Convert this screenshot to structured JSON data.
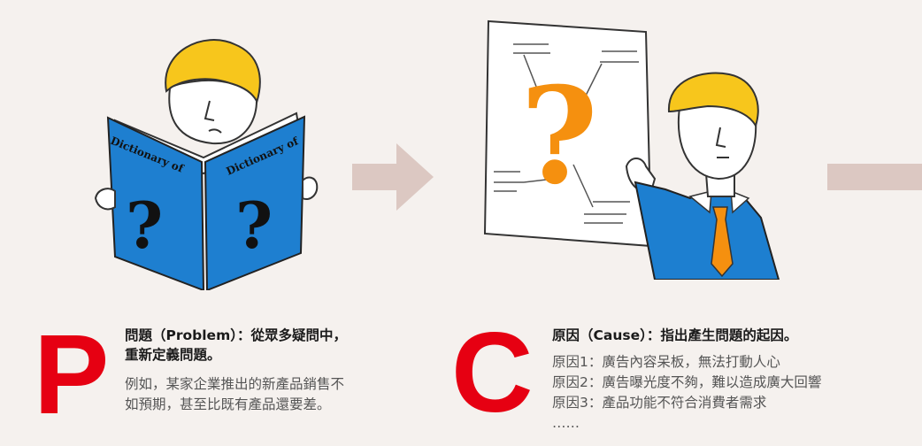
{
  "colors": {
    "background": "#f5f1ee",
    "accent_red": "#e60012",
    "book_blue": "#1e7fd0",
    "question_orange": "#f5900f",
    "arrow": "#dcc8c2",
    "hair": "#f7c61c",
    "shirt": "#1d7fd0"
  },
  "illustrations": {
    "book": {
      "spine_left": "Dictionary of",
      "spine_right": "Dictionary of",
      "mark": "?"
    },
    "poster": {
      "mark": "?"
    }
  },
  "steps": [
    {
      "letter": "P",
      "title_line1": "問題（Problem）：從眾多疑問中，",
      "title_line2": "重新定義問題。",
      "body_lines": [
        "例如，某家企業推出的新產品銷售不",
        "如預期，甚至比既有產品還要差。"
      ]
    },
    {
      "letter": "C",
      "title_line1": "原因（Cause）：指出產生問題的起因。",
      "body_lines": [
        "原因1：廣告內容呆板，無法打動人心",
        "原因2：廣告曝光度不夠，難以造成廣大回響",
        "原因3：產品功能不符合消費者需求",
        "……"
      ]
    }
  ]
}
